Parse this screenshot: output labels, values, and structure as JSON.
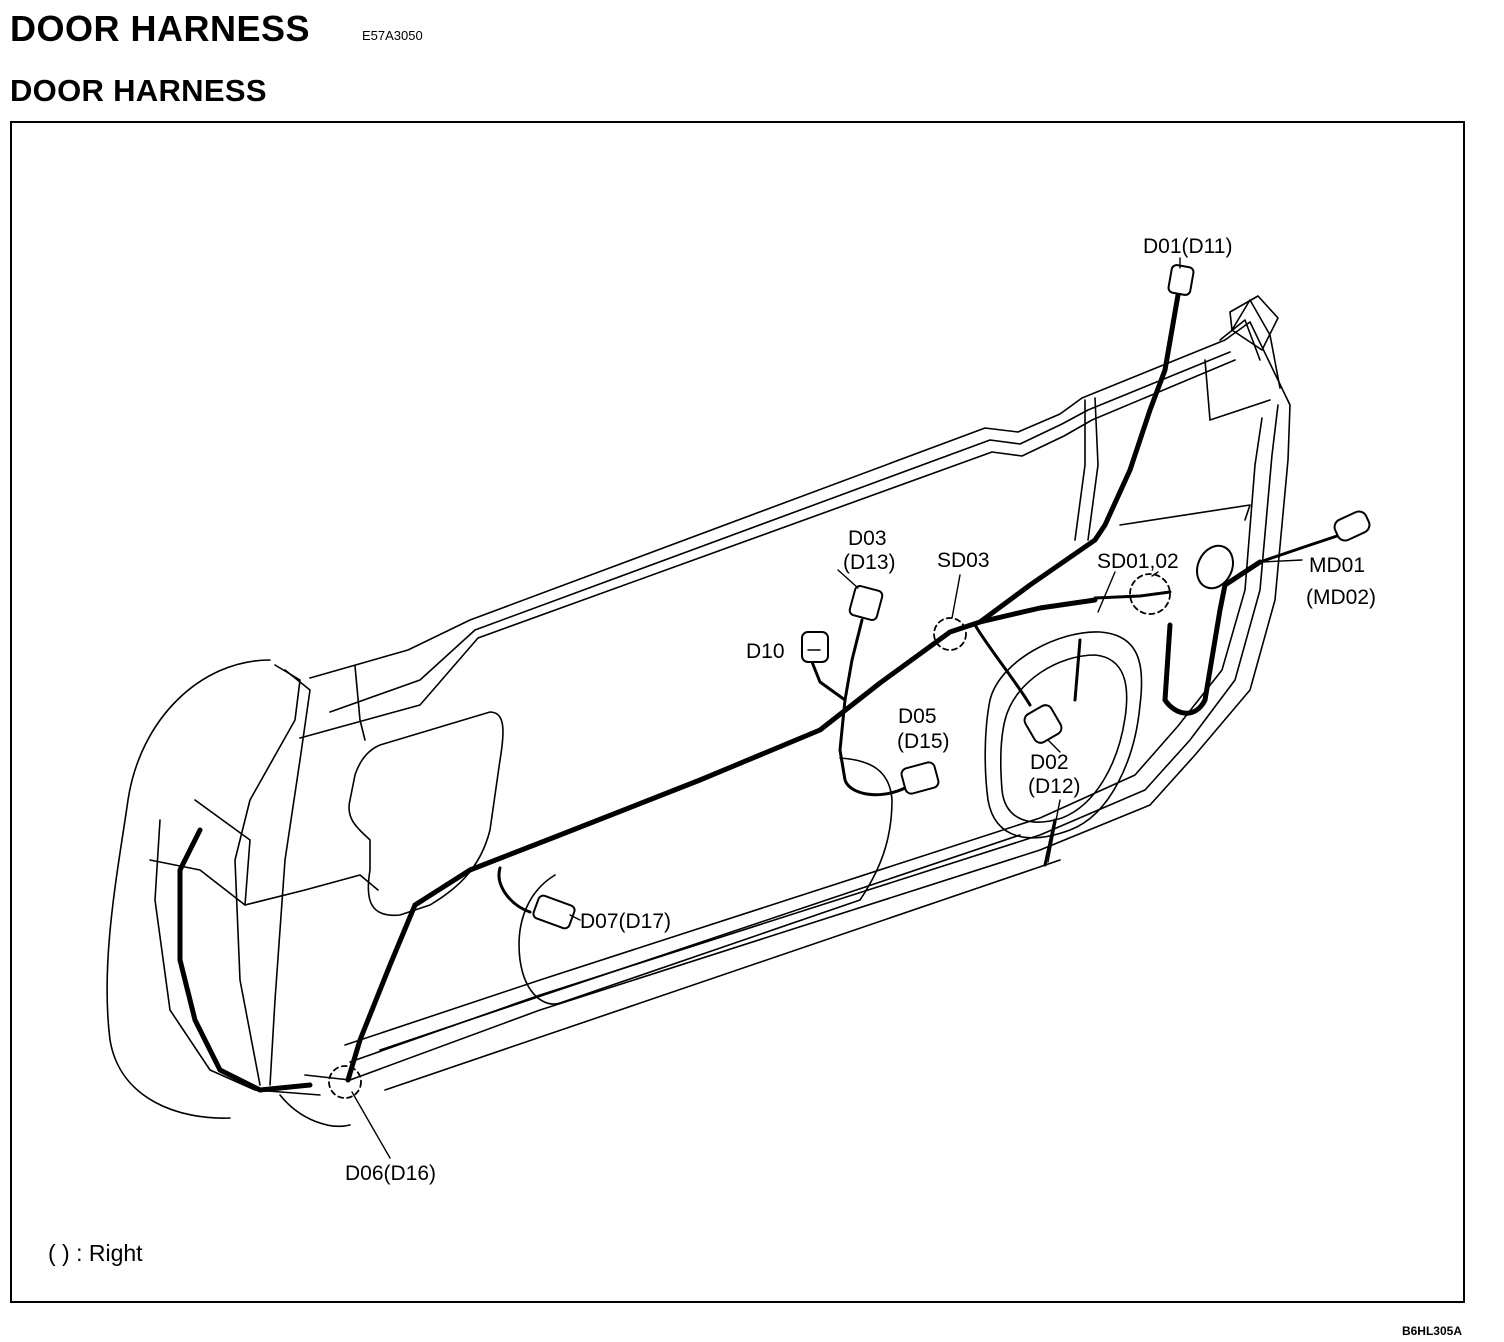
{
  "header": {
    "title": "DOOR HARNESS",
    "code": "E57A3050",
    "subtitle": "DOOR HARNESS"
  },
  "labels": {
    "d01": "D01(D11)",
    "d03": "D03",
    "d13": "(D13)",
    "sd03": "SD03",
    "sd0102": "SD01,02",
    "md01": "MD01",
    "md02": "(MD02)",
    "d10": "D10",
    "d05": "D05",
    "d15": "(D15)",
    "d02": "D02",
    "d12": "(D12)",
    "d07": "D07(D17)",
    "d06": "D06(D16)"
  },
  "legend_note": "( ) : Right",
  "figure_code": "B6HL305A"
}
